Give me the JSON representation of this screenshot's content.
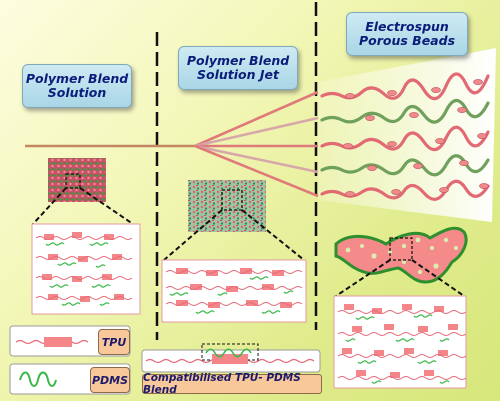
{
  "labels": {
    "polymer_blend_solution": "Polymer Blend Solution",
    "polymer_blend_solution_jet": "Polymer Blend Solution Jet",
    "electrospun_porous_beads": "Electrospun Porous Beads"
  },
  "legend": {
    "tpu": "TPU",
    "pdms": "PDMS",
    "blend": "Compatibilised TPU- PDMS Blend"
  },
  "colors": {
    "tpu": "#f4868a",
    "pdms": "#3cb84a",
    "label_text": "#0b1d7a",
    "tag_fill": "#f8c79a",
    "divider": "#111111"
  }
}
